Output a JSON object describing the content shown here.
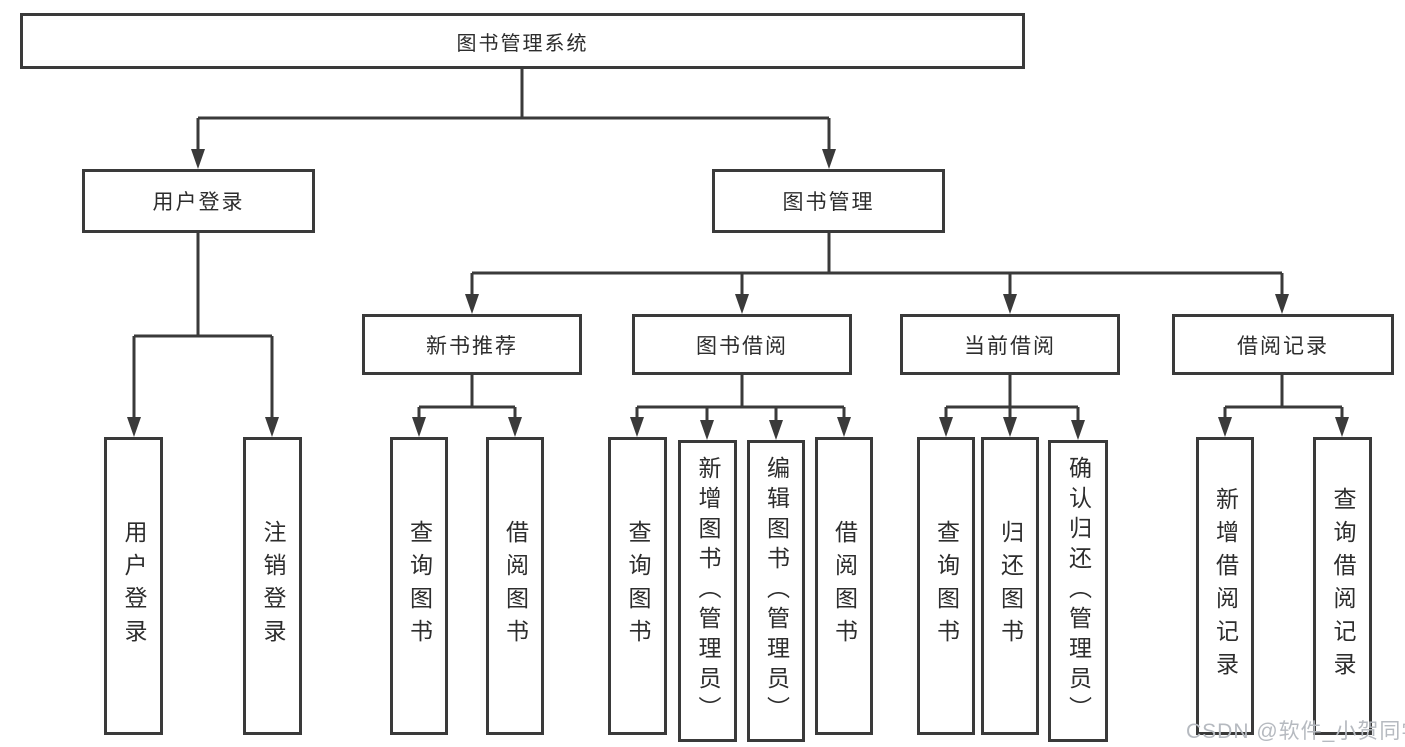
{
  "diagram": {
    "title": "图书管理系统",
    "nodes": {
      "root": {
        "label": "图书管理系统"
      },
      "user_login": {
        "label": "用户登录"
      },
      "book_mgmt": {
        "label": "图书管理"
      },
      "new_book": {
        "label": "新书推荐"
      },
      "book_borrow": {
        "label": "图书借阅"
      },
      "current_borrow": {
        "label": "当前借阅"
      },
      "borrow_record": {
        "label": "借阅记录"
      },
      "leaf_user_login": {
        "label": "用户登录"
      },
      "leaf_logout": {
        "label": "注销登录"
      },
      "leaf_nb_query": {
        "label": "查询图书"
      },
      "leaf_nb_borrow": {
        "label": "借阅图书"
      },
      "leaf_bb_query": {
        "label": "查询图书"
      },
      "leaf_bb_add": {
        "label": "新增图书（管理员）"
      },
      "leaf_bb_edit": {
        "label": "编辑图书（管理员）"
      },
      "leaf_bb_borrow": {
        "label": "借阅图书"
      },
      "leaf_cb_query": {
        "label": "查询图书"
      },
      "leaf_cb_return": {
        "label": "归还图书"
      },
      "leaf_cb_confirm": {
        "label": "确认归还（管理员）"
      },
      "leaf_br_add": {
        "label": "新增借阅记录"
      },
      "leaf_br_query": {
        "label": "查询借阅记录"
      }
    },
    "hierarchy": {
      "图书管理系统": {
        "用户登录": [
          "用户登录",
          "注销登录"
        ],
        "图书管理": {
          "新书推荐": [
            "查询图书",
            "借阅图书"
          ],
          "图书借阅": [
            "查询图书",
            "新增图书（管理员）",
            "编辑图书（管理员）",
            "借阅图书"
          ],
          "当前借阅": [
            "查询图书",
            "归还图书",
            "确认归还（管理员）"
          ],
          "借阅记录": [
            "新增借阅记录",
            "查询借阅记录"
          ]
        }
      }
    }
  },
  "watermark": {
    "text": "CSDN @软件_小贺同学"
  },
  "colors": {
    "line": "#3a3a3a",
    "box_border": "#3a3a3a",
    "text": "#2d2d2d",
    "watermark": "#b6bac0",
    "background": "#ffffff"
  }
}
